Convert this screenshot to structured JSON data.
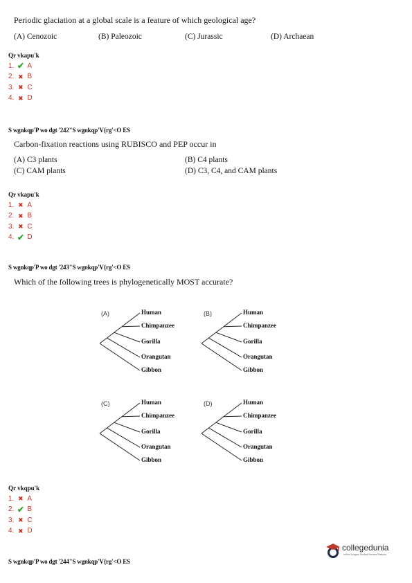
{
  "q1": {
    "text": "Periodic glaciation at a global scale is a feature of which geological age?",
    "options": [
      "(A) Cenozoic",
      "(B) Paleozoic",
      "(C) Jurassic",
      "(D) Archaean"
    ],
    "answer_label": "Qr vkapu'k",
    "answers": [
      {
        "num": "1.",
        "mark": "right",
        "letter": "A"
      },
      {
        "num": "2.",
        "mark": "wrong",
        "letter": "B"
      },
      {
        "num": "3.",
        "mark": "wrong",
        "letter": "C"
      },
      {
        "num": "4.",
        "mark": "wrong",
        "letter": "D"
      }
    ]
  },
  "q2": {
    "header": "S wgnkqp'P wo dgt '242\"S wgnkqp'V{rg'<O ES",
    "text": "Carbon-fixation reactions using RUBISCO and PEP occur in",
    "options": [
      "(A) C3 plants",
      "(B) C4 plants",
      "(C) CAM plants",
      "(D) C3, C4, and CAM plants"
    ],
    "answer_label": "Qr vkapu'k",
    "answers": [
      {
        "num": "1.",
        "mark": "wrong",
        "letter": "A"
      },
      {
        "num": "2.",
        "mark": "wrong",
        "letter": "B"
      },
      {
        "num": "3.",
        "mark": "wrong",
        "letter": "C"
      },
      {
        "num": "4.",
        "mark": "right",
        "letter": "D"
      }
    ]
  },
  "q3": {
    "header": "S wgnkqp'P wo dgt '243\"S wgnkqp'V{rg'<O ES",
    "text": "Which of the following trees is phylogenetically MOST accurate?",
    "trees": [
      {
        "letter": "(A)",
        "taxa": [
          "Human",
          "Chimpanzee",
          "Gorilla",
          "Orangutan",
          "Gibbon"
        ]
      },
      {
        "letter": "(B)",
        "taxa": [
          "Human",
          "Chimpanzee",
          "Gorilla",
          "Orangutan",
          "Gibbon"
        ]
      },
      {
        "letter": "(C)",
        "taxa": [
          "Human",
          "Chimpanzee",
          "Gorilla",
          "Orangutan",
          "Gibbon"
        ]
      },
      {
        "letter": "(D)",
        "taxa": [
          "Human",
          "Chimpanzee",
          "Gorilla",
          "Orangutan",
          "Gibbon"
        ]
      }
    ],
    "answer_label": "Qr vkqpu'k",
    "answers": [
      {
        "num": "1.",
        "mark": "wrong",
        "letter": "A"
      },
      {
        "num": "2.",
        "mark": "right",
        "letter": "B"
      },
      {
        "num": "3.",
        "mark": "wrong",
        "letter": "C"
      },
      {
        "num": "4.",
        "mark": "wrong",
        "letter": "D"
      }
    ]
  },
  "q4": {
    "header": "S wgnkqp'P wo dgt '244\"S wgnkqp'V{rg'<O ES"
  },
  "branding": {
    "logo_text": "collegedunia",
    "tagline": "India's Largest Student Review Platform"
  },
  "colors": {
    "right": "#2aa52a",
    "wrong": "#c0392b"
  }
}
